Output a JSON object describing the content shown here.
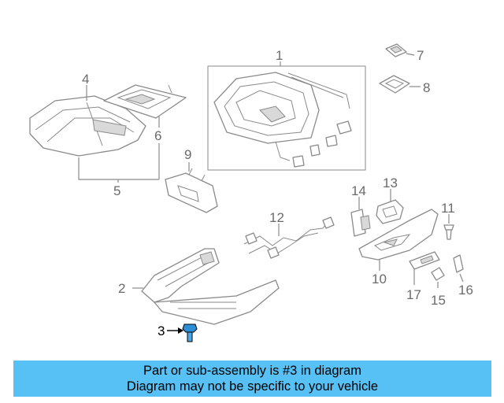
{
  "diagram": {
    "callouts": {
      "n1": "1",
      "n2": "2",
      "n3": "3",
      "n4": "4",
      "n5": "5",
      "n6": "6",
      "n7": "7",
      "n8": "8",
      "n9": "9",
      "n10": "10",
      "n11": "11",
      "n12": "12",
      "n13": "13",
      "n14": "14",
      "n15": "15",
      "n16": "16",
      "n17": "17"
    },
    "highlight_part": "3",
    "line_color": "#8a8a8a",
    "highlight_color": "#2a8fd6"
  },
  "banner": {
    "line1": "Part or sub-assembly is #3 in diagram",
    "line2": "Diagram may not be specific to your vehicle",
    "background": "#57c1f5"
  }
}
